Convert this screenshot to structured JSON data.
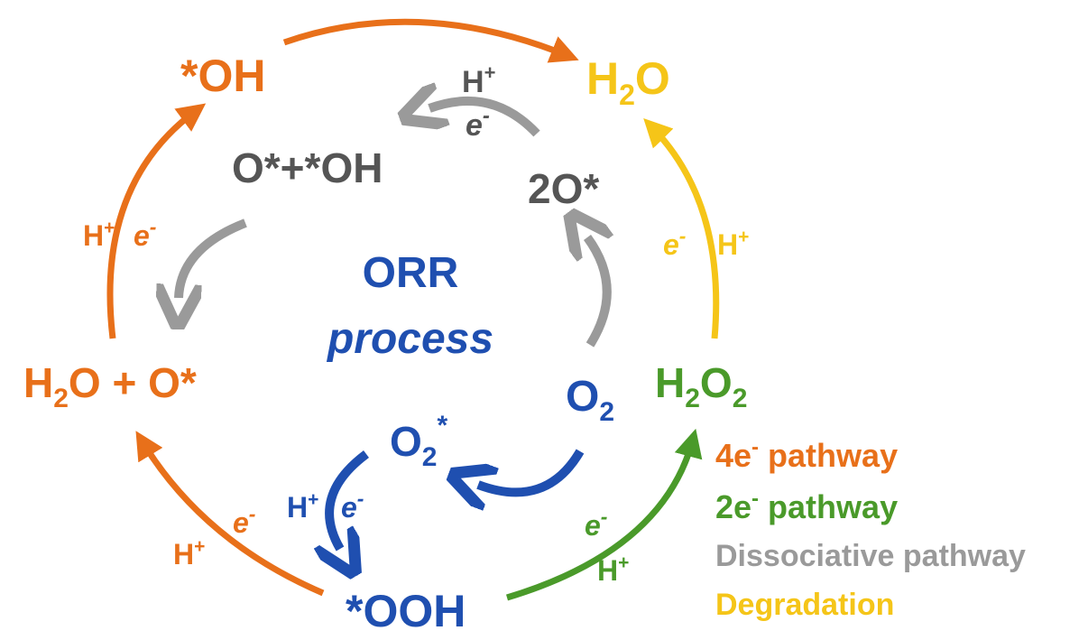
{
  "colors": {
    "four_e": "#E8701A",
    "two_e": "#4A9A2A",
    "dissociative": "#9A9A9A",
    "degradation": "#F5C518",
    "blue": "#1F4FB0",
    "dark_gray": "#555555"
  },
  "center": {
    "line1": "ORR",
    "line2": "process"
  },
  "species": {
    "oh_star": "*OH",
    "h2o": {
      "main": "H",
      "sub": "2",
      "tail": "O"
    },
    "h2o_o_star": {
      "p1": "H",
      "sub": "2",
      "p2": "O + O*"
    },
    "o_star_oh": "O*+*OH",
    "two_o_star": "2O*",
    "o2": {
      "main": "O",
      "sub": "2"
    },
    "o2_star": {
      "main": "O",
      "sub": "2",
      "sup": "*"
    },
    "ooh_star": "*OOH",
    "h2o2": {
      "p1": "H",
      "sub1": "2",
      "p2": "O",
      "sub2": "2"
    }
  },
  "step_labels": {
    "h": "H",
    "plus": "+",
    "e": "e",
    "minus": "-"
  },
  "legend": {
    "four_e": {
      "num": "4e",
      "sup": "-",
      "text": " pathway"
    },
    "two_e": {
      "num": "2e",
      "sup": "-",
      "text": " pathway"
    },
    "dissociative": "Dissociative pathway",
    "degradation": "Degradation"
  }
}
